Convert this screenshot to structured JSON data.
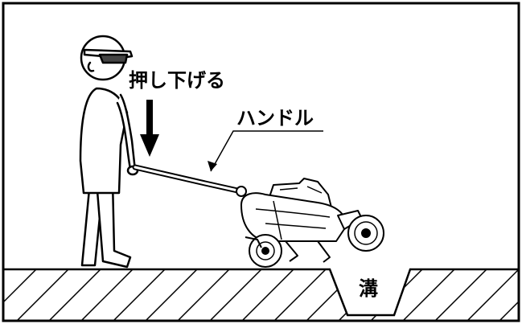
{
  "labels": {
    "push_down": "押し下げる",
    "handle": "ハンドル",
    "ditch": "溝"
  },
  "icons": {
    "person": "person-figure",
    "machine": "walk-behind-cultivator",
    "arrow": "down-arrow"
  },
  "colors": {
    "line": "#000000",
    "background": "#ffffff"
  }
}
